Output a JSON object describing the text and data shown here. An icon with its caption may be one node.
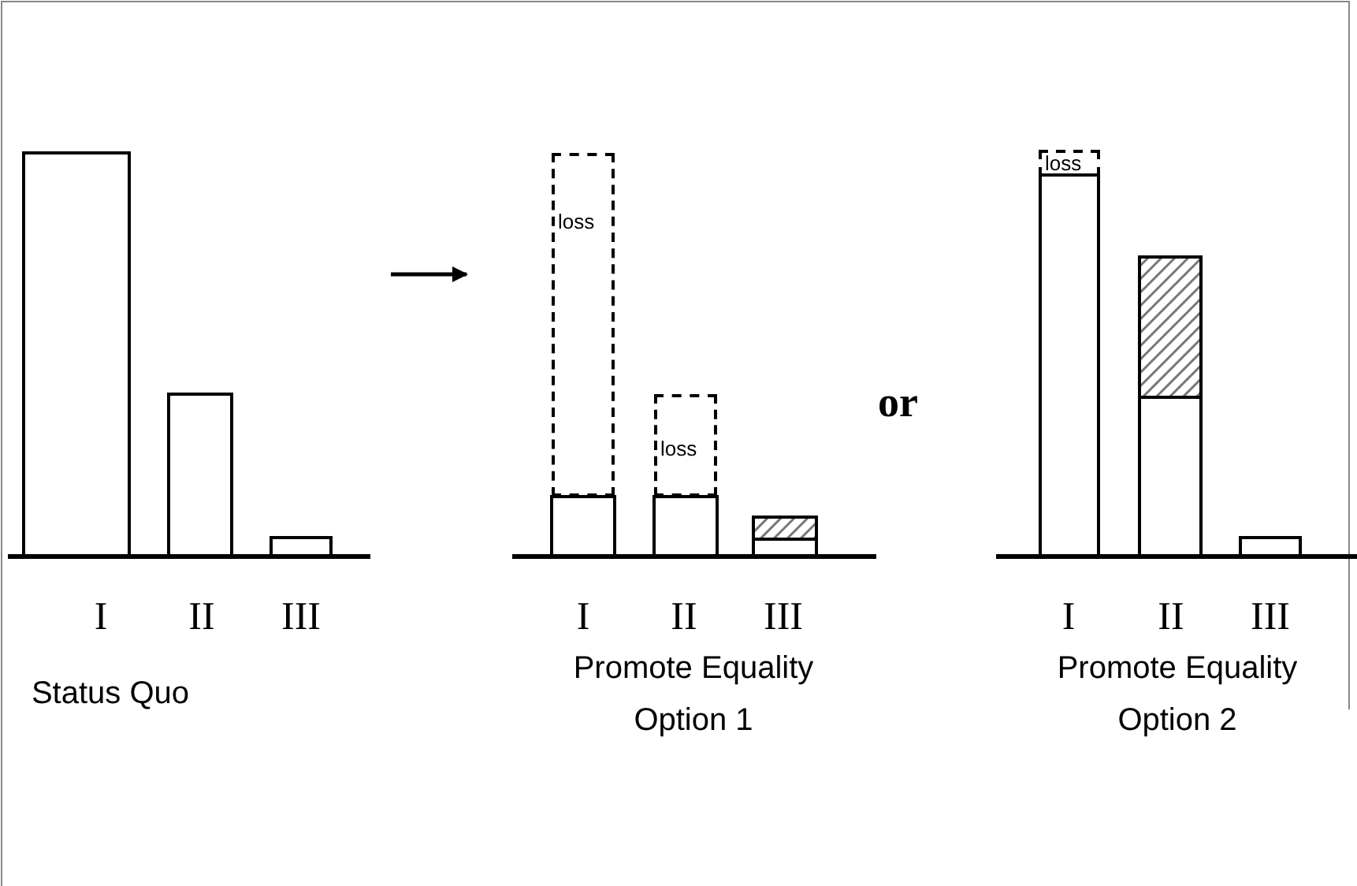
{
  "diagram": {
    "nodes": [
      {
        "text": [
          "loss"
        ]
      },
      {
        "text": [
          "loss"
        ]
      },
      {
        "text": [
          "loss"
        ]
      }
    ],
    "labels": [
      "I",
      "II",
      "III",
      "Status Quo",
      "I",
      "II",
      "III",
      "Promote Equality Option 1",
      "or",
      "I",
      "II",
      "III",
      "Promote Equality Option 2"
    ]
  }
}
